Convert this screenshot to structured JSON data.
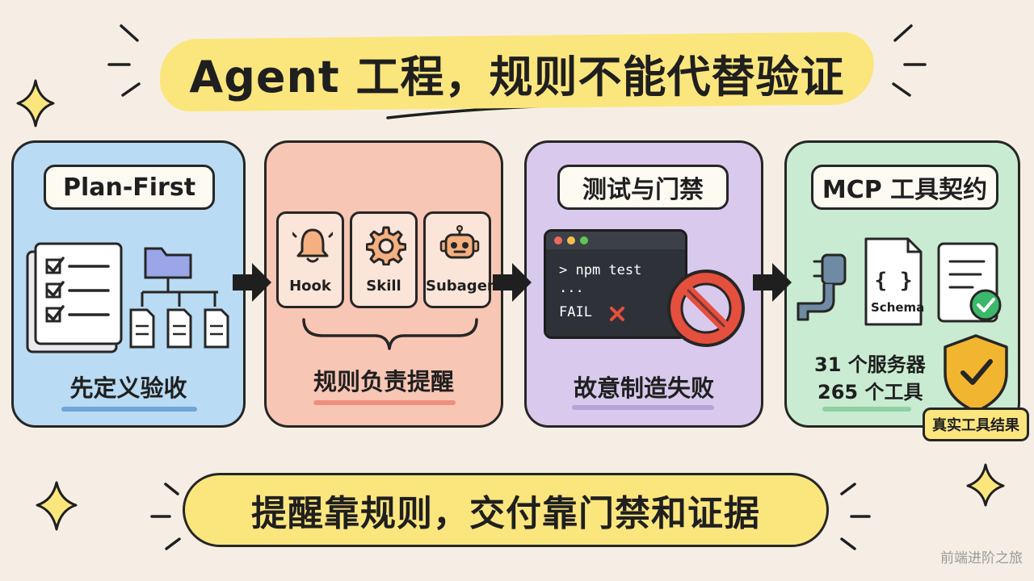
{
  "title": "Agent 工程，规则不能代替验证",
  "panels": {
    "plan": {
      "label": "Plan-First",
      "caption": "先定义验收",
      "bg": "#b9dbf3",
      "accent": "#6fa6d8"
    },
    "rules": {
      "cards": [
        {
          "label": "Hook",
          "icon": "bell-icon"
        },
        {
          "label": "Skill",
          "icon": "gear-icon"
        },
        {
          "label": "Subagent",
          "icon": "robot-icon"
        }
      ],
      "caption": "规则负责提醒",
      "bg": "#f8c6b4",
      "accent": "#f08e7e"
    },
    "testing": {
      "label": "测试与门禁",
      "terminal": {
        "cmd": "> npm test",
        "dots": "...",
        "fail": "FAIL"
      },
      "caption": "故意制造失败",
      "bg": "#d9c9ec",
      "accent": "#b7a3d8"
    },
    "mcp": {
      "label": "MCP 工具契约",
      "schema": "Schema",
      "stats": [
        "31 个服务器",
        "265 个工具"
      ],
      "badge": "真实工具结果",
      "bg": "#c9ebd2",
      "accent": "#8fd0a2"
    }
  },
  "bottom": "提醒靠规则，交付靠门禁和证据",
  "watermark": "前端进阶之旅",
  "colors": {
    "background": "#f6eee4",
    "yellow": "#fbe67e",
    "red": "#e54f3e",
    "green": "#3bb86a",
    "gold": "#f2b52f"
  }
}
